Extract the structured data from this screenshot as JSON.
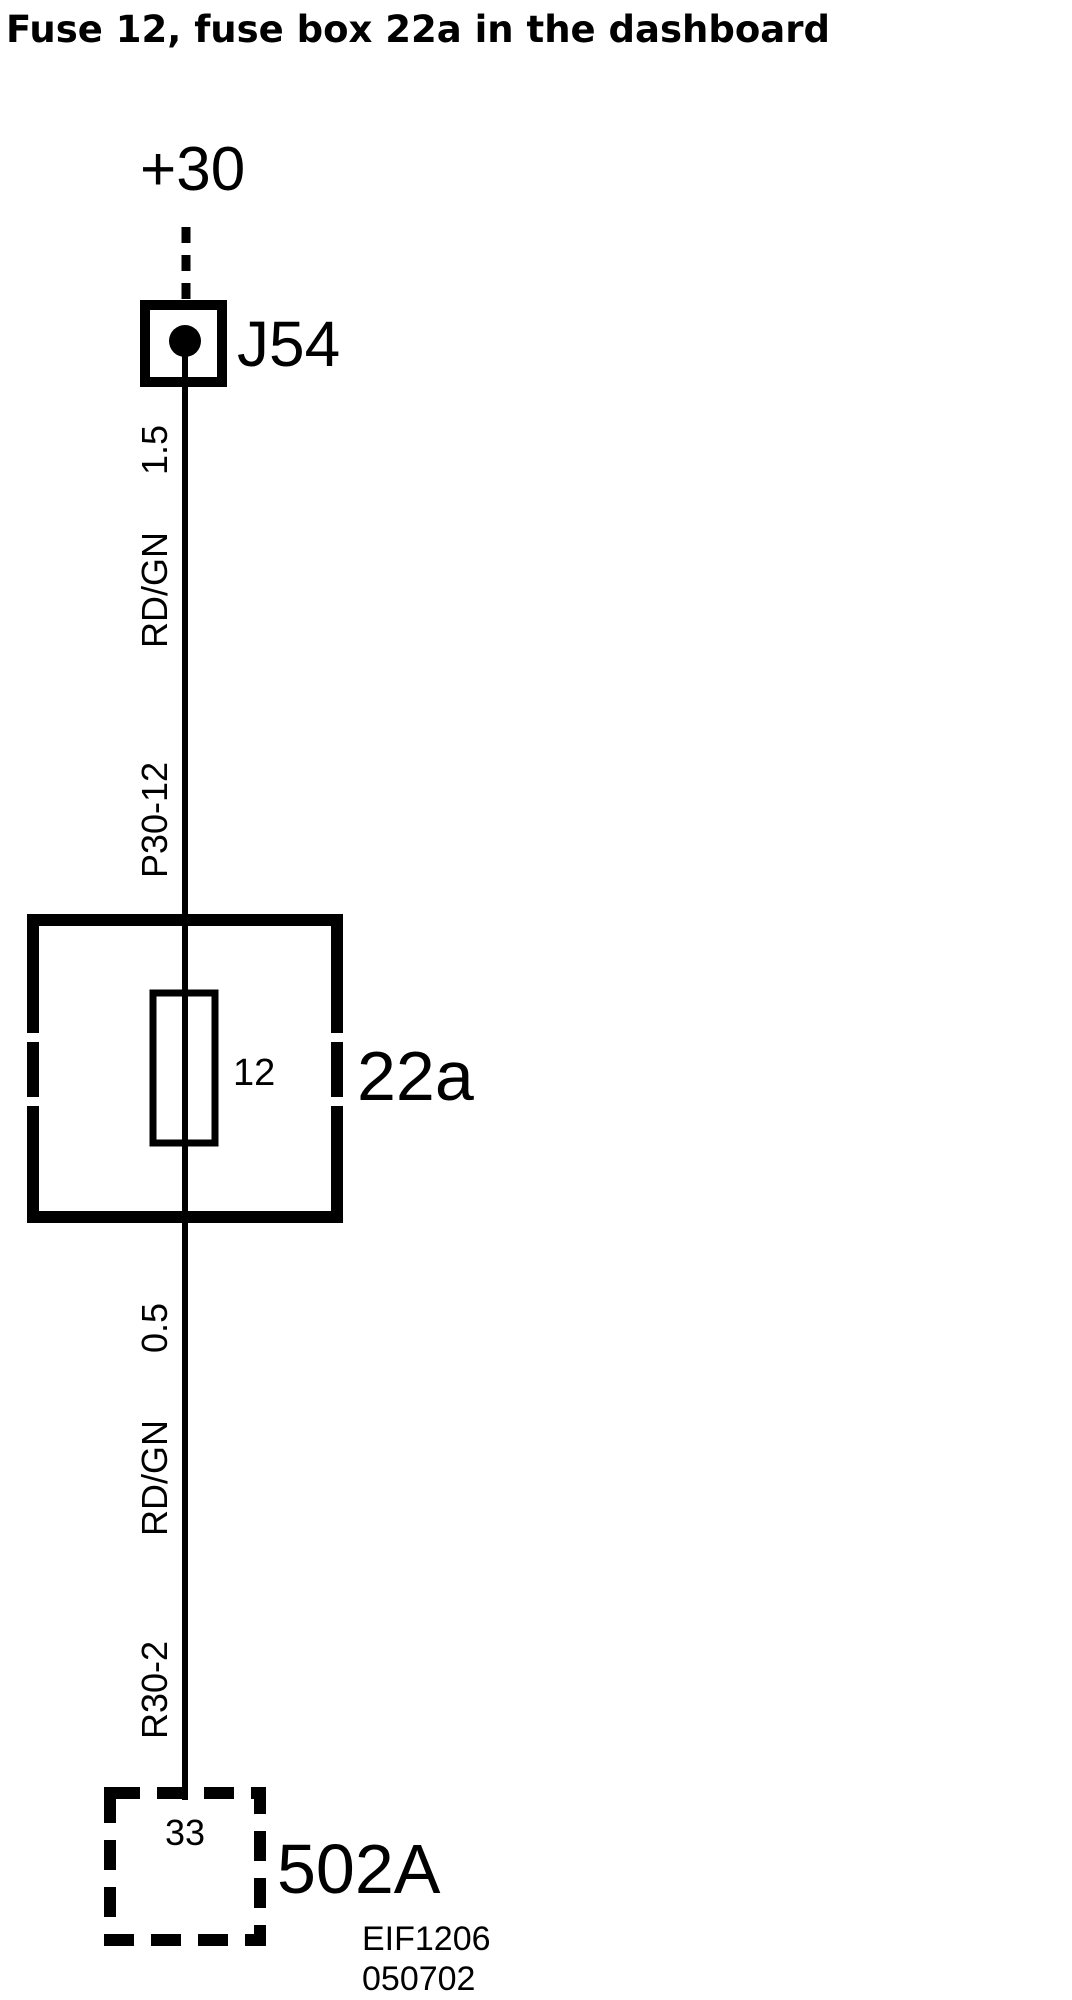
{
  "title": "Fuse 12, fuse box 22a in the dashboard",
  "supply": {
    "label": "+30"
  },
  "connector_top": {
    "label": "J54"
  },
  "wire_upper": {
    "size": "1.5",
    "color": "RD/GN",
    "id": "P30-12"
  },
  "fuse_box": {
    "label": "22a",
    "fuse_number": "12"
  },
  "wire_lower": {
    "size": "0.5",
    "color": "RD/GN",
    "id": "R30-2"
  },
  "connector_bottom": {
    "label": "502A",
    "pin": "33"
  },
  "reference": {
    "code": "EIF1206",
    "date": "050702"
  },
  "colors": {
    "line": "#000000",
    "background": "#ffffff"
  }
}
